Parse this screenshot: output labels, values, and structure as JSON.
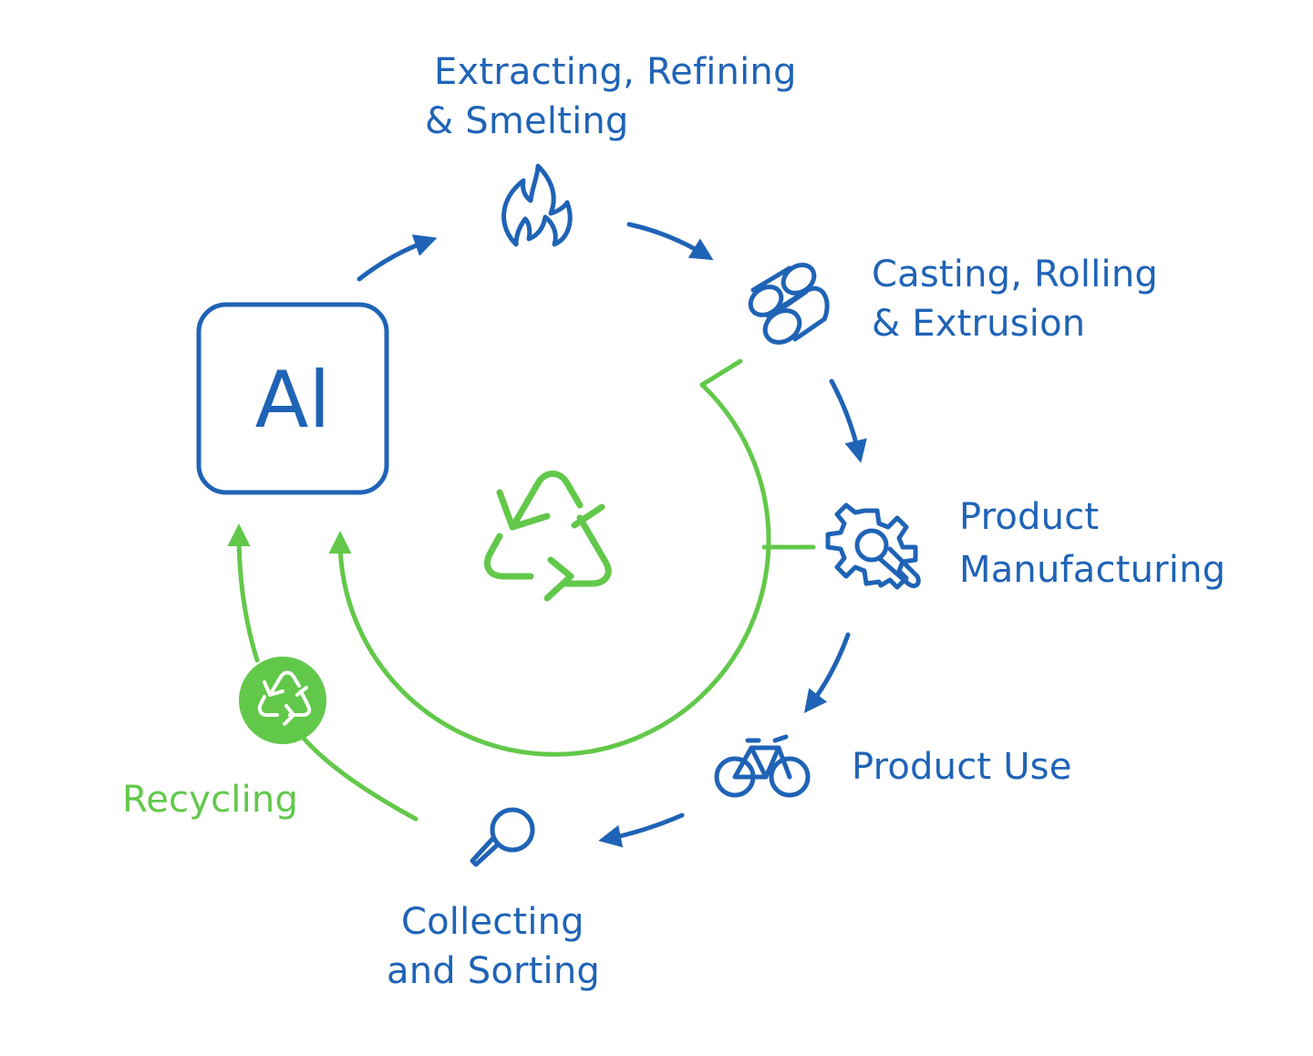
{
  "diagram": {
    "element_symbol": "Al",
    "stages": {
      "extracting": {
        "line1": "Extracting, Refining",
        "line2": "& Smelting",
        "icon": "flame-icon"
      },
      "casting": {
        "line1": "Casting, Rolling",
        "line2": "& Extrusion",
        "icon": "metal-rolls-icon"
      },
      "manufacturing": {
        "line1": "Product",
        "line2": "Manufacturing",
        "icon": "gear-wrench-icon"
      },
      "use": {
        "line1": "Product Use",
        "icon": "bicycle-icon"
      },
      "collecting": {
        "line1": "Collecting",
        "line2": "and Sorting",
        "icon": "magnifier-icon"
      },
      "recycling": {
        "line1": "Recycling",
        "icon": "recycle-icon"
      }
    },
    "colors": {
      "primary_blue": "#1f63b6",
      "recycle_green": "#62c84a",
      "background": "#ffffff"
    }
  }
}
